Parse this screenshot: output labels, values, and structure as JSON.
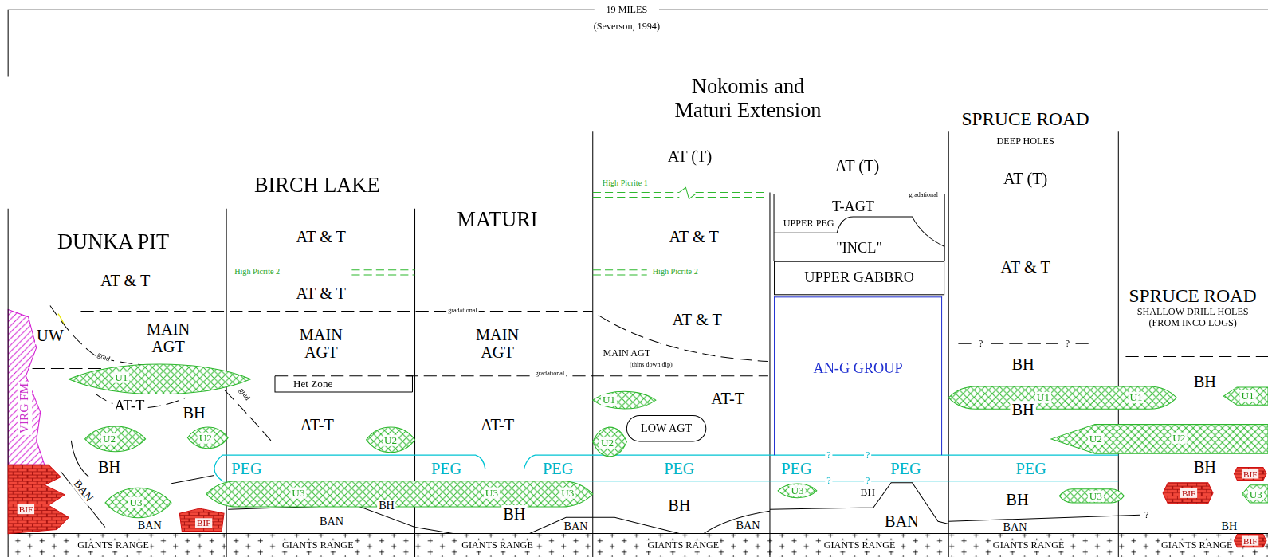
{
  "diagram": {
    "nodes": [
      {
        "text": [
          "\"INCL\""
        ]
      },
      {
        "text": [
          "UPPER GABBRO"
        ]
      },
      {
        "text": [
          "AN-G GROUP"
        ]
      },
      {
        "text": [
          "U1"
        ]
      },
      {
        "text": [
          "U1"
        ]
      },
      {
        "text": [
          "U1",
          "U1"
        ]
      },
      {
        "text": [
          "U1"
        ]
      },
      {
        "text": [
          "LOW AGT"
        ]
      },
      {
        "text": [
          "U2"
        ]
      },
      {
        "text": [
          "U2"
        ]
      },
      {
        "text": [
          "U2"
        ]
      },
      {
        "text": [
          "U2"
        ]
      },
      {
        "text": [
          "U2",
          "U2"
        ]
      },
      {
        "text": [
          "BIF"
        ]
      },
      {
        "text": [
          "U3"
        ]
      },
      {
        "text": [
          "U3",
          "U3",
          "U3"
        ]
      },
      {
        "text": [
          "U3"
        ]
      },
      {
        "text": [
          "U3"
        ]
      },
      {
        "text": [
          "BIF"
        ]
      },
      {
        "text": [
          "U3"
        ]
      },
      {
        "text": [
          "BIF"
        ]
      },
      {
        "text": [
          "BIF"
        ]
      },
      {
        "text": [
          "BIF"
        ]
      }
    ],
    "labels": [
      "19 MILES",
      "(Severson, 1994)",
      "Nokomis and Maturi Extension",
      "SPRUCE ROAD",
      "DEEP HOLES",
      "AT (T)",
      "AT (T)",
      "AT (T)",
      "High Picrite 1",
      "BIRCH LAKE",
      "gradational",
      "T-AGT",
      "MATURI",
      "UPPER PEG",
      "AT & T",
      "AT & T",
      "DUNKA PIT",
      "AT & T",
      "High Picrite 2",
      "High Picrite 2",
      "AT & T",
      "AT & T",
      "SPRUCE ROAD",
      "gradational",
      "SHALLOW DRILL HOLES (FROM INCO LOGS)",
      "AT & T",
      "UW",
      "MAIN AGT",
      "MAIN AGT",
      "MAIN AGT",
      "?",
      "?",
      "MAIN AGT",
      "(thins down dip)",
      "grad",
      "BH",
      "gradational",
      "Het Zone",
      "BH",
      "grad",
      "AT-T",
      "AT-T",
      "BH",
      "BH",
      "AT-T",
      "AT-T",
      "VIRG FM",
      "?",
      "?",
      "BH",
      "PEG",
      "PEG",
      "PEG",
      "PEG",
      "PEG",
      "PEG",
      "PEG",
      "BH",
      "?",
      "?",
      "BAN",
      "BH",
      "BH",
      "BH",
      "BH",
      "BH",
      "BAN",
      "?",
      "BAN",
      "BAN",
      "BAN",
      "BAN",
      "BAN",
      "BH",
      "GIANTS RANGE",
      "GIANTS RANGE",
      "GIANTS RANGE",
      "GIANTS RANGE",
      "GIANTS RANGE",
      "GIANTS RANGE",
      "GIANTS RANGE"
    ]
  }
}
